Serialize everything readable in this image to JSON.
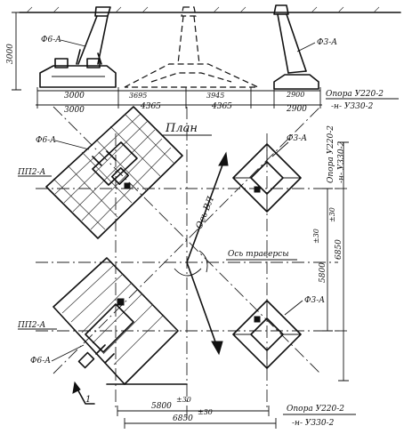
{
  "elevation": {
    "height_dim": "3000",
    "left_base_a": "3000",
    "left_base_b": "3000",
    "center_left_a": "3695",
    "center_left_b": "4365",
    "center_right_a": "3945",
    "center_right_b": "4365",
    "right_base_a": "2900",
    "right_base_b": "2900",
    "label_left_footing": "Ф6-А",
    "label_right_footing": "Ф3-А",
    "support_label_1": "Опора У220-2",
    "support_label_2": "-н- У330-2"
  },
  "plan": {
    "title": "План",
    "label_top_left_footing": "Ф6-А",
    "label_top_left_plate": "ПП2-А",
    "label_top_right_footing": "Ф3-А",
    "label_bottom_left_plate": "ПП2-А",
    "label_bottom_left_footing": "Ф6-А",
    "label_bottom_right_footing": "Ф3-А",
    "axis_line_label": "Ось ВЛ",
    "axis_traverse_label": "Ось траверсы",
    "support_vertical_1": "Опора У220-2",
    "support_vertical_2": "-н- У330-2",
    "dim_vertical_inner": "5800",
    "dim_vertical_inner_tol": "±30",
    "dim_vertical_outer": "6850",
    "dim_vertical_outer_tol": "±30",
    "dim_bottom_inner": "5800",
    "dim_bottom_inner_tol": "±30",
    "dim_bottom_outer": "6850",
    "dim_bottom_outer_tol": "±30",
    "section_mark": "1",
    "support_bottom_1": "Опора У220-2",
    "support_bottom_2": "-н- У330-2"
  }
}
